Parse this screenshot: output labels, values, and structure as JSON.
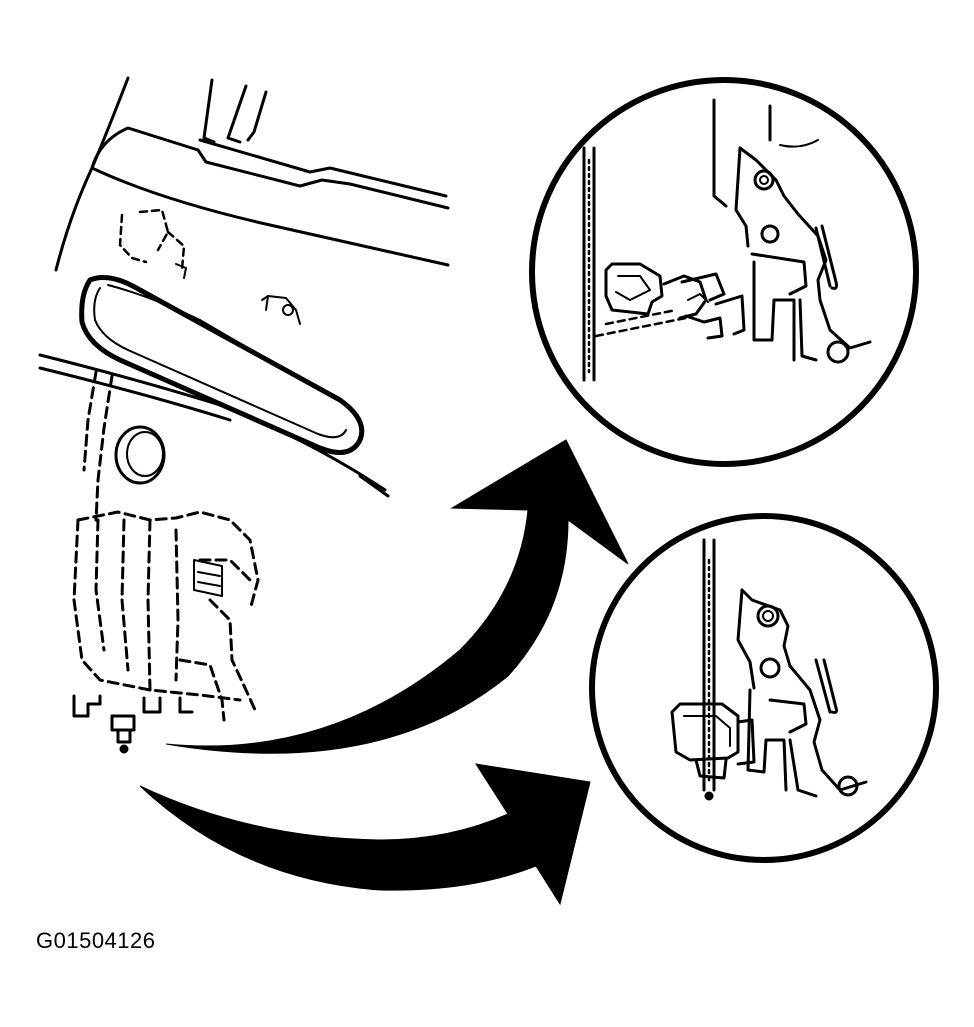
{
  "figure": {
    "code": "G01504126"
  },
  "parts": {
    "door_panel": "door-panel",
    "door_handle": "outside-door-handle",
    "access_plug": "access-hole-plug",
    "latch_assembly": "door-latch-assembly",
    "detail_upper": "detail-view-rod-clip-disconnected",
    "detail_lower": "detail-view-rod-clip-connected"
  },
  "colors": {
    "ink": "#000000",
    "paper": "#ffffff"
  }
}
